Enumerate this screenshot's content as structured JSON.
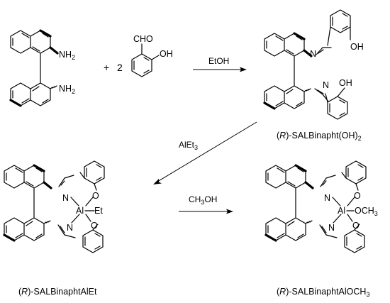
{
  "atoms": {
    "nh2": "NH",
    "two": "2",
    "cho": "CHO",
    "oh": "OH",
    "n": "N",
    "o": "O",
    "al": "Al",
    "et": "Et",
    "och": "OCH",
    "three": "3"
  },
  "reaction1": {
    "plus": "+",
    "coefficient": "2",
    "reagent": "EtOH"
  },
  "reaction2": {
    "reagent_main": "AlEt",
    "reagent_sub": "3"
  },
  "reaction3": {
    "reagent_main": "CH",
    "reagent_sub": "3",
    "reagent_tail": "OH"
  },
  "labels": {
    "product1": {
      "open": "(",
      "stereo": "R",
      "close": ")",
      "name": "-SALBinapht(OH)",
      "sub": "2"
    },
    "product2": {
      "open": "(",
      "stereo": "R",
      "close": ")",
      "name": "-SALBinaphtAlEt"
    },
    "product3": {
      "open": "(",
      "stereo": "R",
      "close": ")",
      "name": "-SALBinaphtAlOCH",
      "sub": "3"
    }
  }
}
